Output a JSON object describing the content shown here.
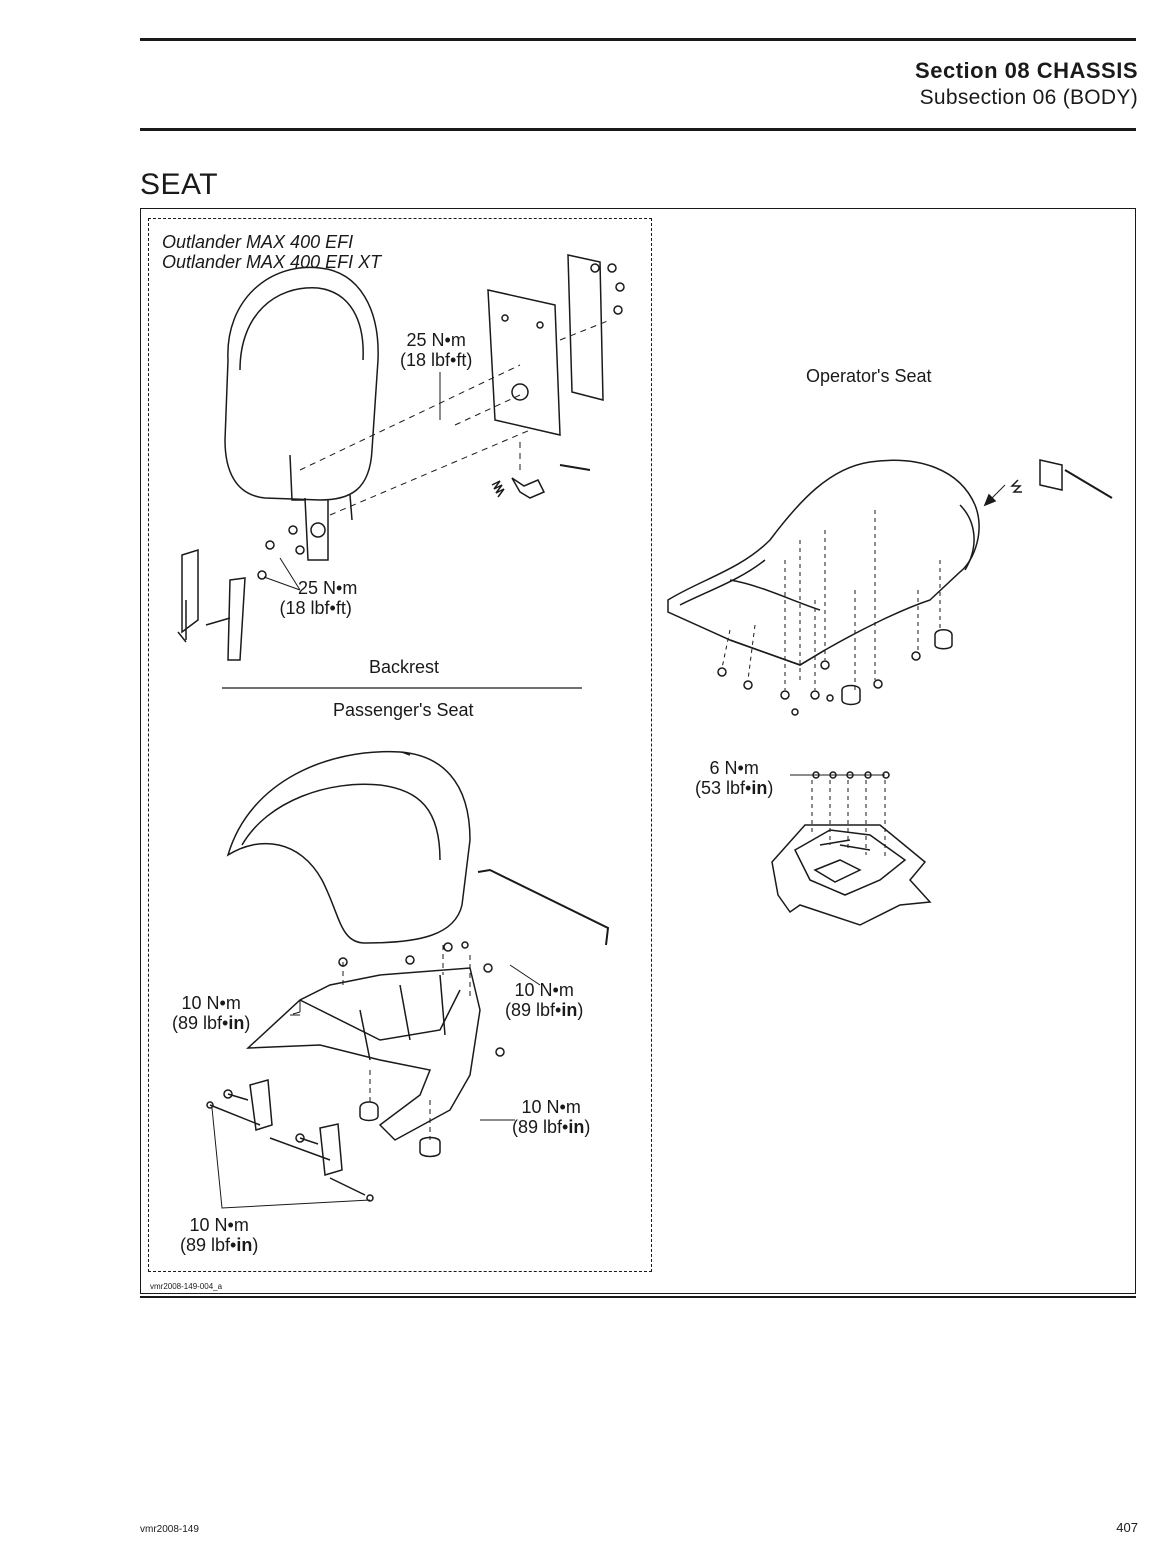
{
  "header": {
    "section": "Section 08 CHASSIS",
    "subsection": "Subsection 06 (BODY)"
  },
  "page_title": "SEAT",
  "figure": {
    "models": [
      "Outlander MAX 400 EFI",
      "Outlander MAX 400 EFI XT"
    ],
    "labels": {
      "backrest": "Backrest",
      "passengers_seat": "Passenger's Seat",
      "operators_seat": "Operator's Seat"
    },
    "torques": {
      "backrest_bracket": {
        "nm": "25 N•m",
        "imp": "(18 lbf•ft)"
      },
      "backrest_post": {
        "nm": "25 N•m",
        "imp": "(18 lbf•ft)"
      },
      "passenger_left": {
        "nm": "10 N•m",
        "imp_pre": "(89 lbf•",
        "imp_unit": "in",
        "imp_post": ")"
      },
      "passenger_right_top": {
        "nm": "10 N•m",
        "imp_pre": "(89 lbf•",
        "imp_unit": "in",
        "imp_post": ")"
      },
      "passenger_right_bottom": {
        "nm": "10 N•m",
        "imp_pre": "(89 lbf•",
        "imp_unit": "in",
        "imp_post": ")"
      },
      "passenger_bottom": {
        "nm": "10 N•m",
        "imp_pre": "(89 lbf•",
        "imp_unit": "in",
        "imp_post": ")"
      },
      "operator_plate": {
        "nm": "6 N•m",
        "imp_pre": "(53 lbf•",
        "imp_unit": "in",
        "imp_post": ")"
      }
    },
    "figure_code": "vmr2008-149-004_a"
  },
  "footer": {
    "doc_code": "vmr2008-149",
    "page_number": "407"
  }
}
